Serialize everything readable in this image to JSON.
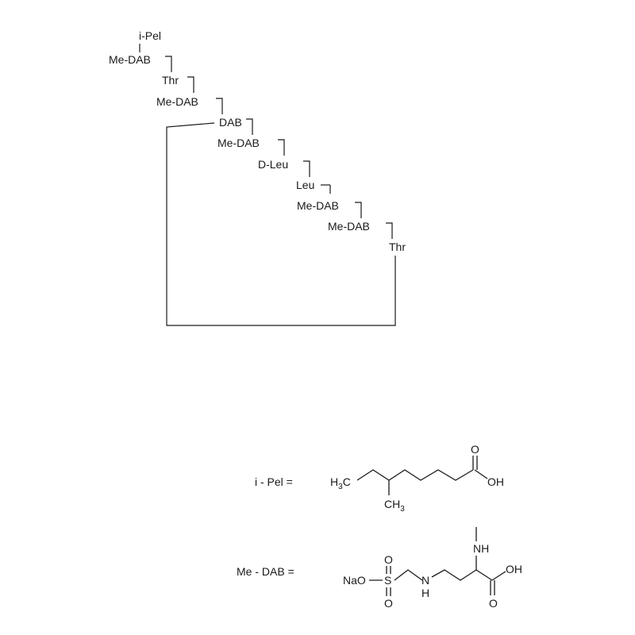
{
  "peptide": {
    "residues": [
      {
        "id": "r0",
        "text": "i-Pel"
      },
      {
        "id": "r1",
        "text": "Me-DAB"
      },
      {
        "id": "r2",
        "text": "Thr"
      },
      {
        "id": "r3",
        "text": "Me-DAB"
      },
      {
        "id": "r4",
        "text": "DAB"
      },
      {
        "id": "r5",
        "text": "Me-DAB"
      },
      {
        "id": "r6",
        "text": "D-Leu"
      },
      {
        "id": "r7",
        "text": "Leu"
      },
      {
        "id": "r8",
        "text": "Me-DAB"
      },
      {
        "id": "r9",
        "text": "Me-DAB"
      },
      {
        "id": "r10",
        "text": "Thr"
      }
    ]
  },
  "legend": {
    "ipel_label": "i - Pel  =",
    "medab_label": "Me - DAB  ="
  },
  "ipel_structure": {
    "h3c": "H",
    "h3c_sub": "3",
    "h3c_c": "C",
    "ch3": "CH",
    "ch3_sub": "3",
    "o": "O",
    "oh": "OH"
  },
  "medab_structure": {
    "nao": "NaO",
    "s": "S",
    "o_top": "O",
    "o_bottom": "O",
    "nh_chain": "N",
    "nh_chain_h": "H",
    "nh_alpha": "NH",
    "oh": "OH",
    "o_acid": "O"
  }
}
